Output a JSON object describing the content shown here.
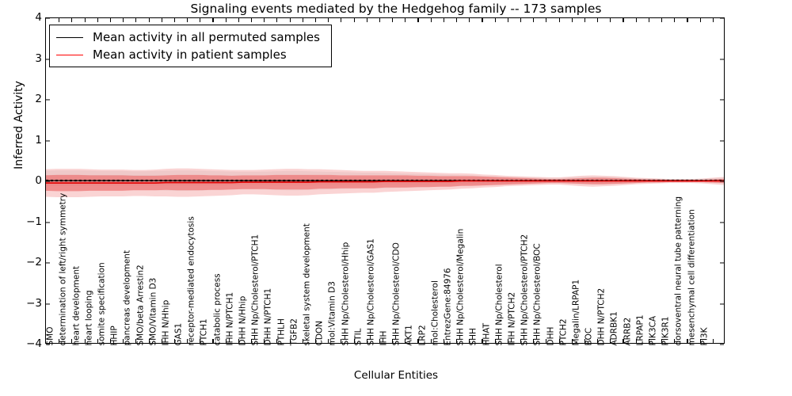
{
  "chart_data": {
    "type": "line",
    "title": "Signaling events mediated by the Hedgehog family -- 173 samples",
    "xlabel": "Cellular Entities",
    "ylabel": "Inferred Activity",
    "ylim": [
      -4,
      4
    ],
    "yticks": [
      "4",
      "3",
      "2",
      "1",
      "0",
      "-1",
      "-2",
      "-3",
      "-4"
    ],
    "grid": false,
    "legend_position": "upper left",
    "samples": 173,
    "series": [
      {
        "name": "Mean activity in all permuted samples",
        "color": "#000000",
        "style": "solid-with-dashes",
        "values": [
          0,
          0,
          0,
          0,
          0,
          0,
          0,
          0,
          0,
          0,
          0,
          0,
          0,
          0,
          0,
          0,
          0,
          0,
          0,
          0,
          0,
          0,
          0,
          0,
          0,
          0,
          0,
          0,
          0,
          0,
          0,
          0,
          0,
          0,
          0,
          0,
          0,
          0,
          0,
          0,
          0,
          0,
          0,
          0,
          0,
          0,
          0,
          0,
          0,
          0,
          0,
          0,
          0,
          0,
          0,
          0,
          0,
          0,
          0,
          0,
          0,
          0,
          0
        ]
      },
      {
        "name": "Mean activity in patient samples",
        "color": "#ff0000",
        "style": "solid",
        "values": [
          -0.06,
          -0.06,
          -0.06,
          -0.06,
          -0.06,
          -0.06,
          -0.06,
          -0.06,
          -0.06,
          -0.06,
          -0.06,
          -0.05,
          -0.05,
          -0.05,
          -0.05,
          -0.05,
          -0.05,
          -0.05,
          -0.04,
          -0.04,
          -0.04,
          -0.04,
          -0.04,
          -0.04,
          -0.04,
          -0.03,
          -0.03,
          -0.03,
          -0.03,
          -0.03,
          -0.03,
          -0.02,
          -0.02,
          -0.02,
          -0.02,
          -0.02,
          -0.02,
          -0.02,
          -0.01,
          -0.01,
          -0.01,
          -0.01,
          -0.01,
          -0.01,
          -0.01,
          -0.01,
          -0.01,
          -0.01,
          -0.01,
          -0.01,
          -0.01,
          -0.01,
          -0.01,
          -0.01,
          -0.01,
          -0.01,
          -0.01,
          -0.01,
          -0.01,
          -0.01,
          -0.01,
          -0.01,
          -0.01
        ]
      }
    ],
    "band": {
      "name": "patient sample variation band",
      "inner_color": "#f08080",
      "outer_color": "#f5b0b0",
      "permuted_color": "#c8c8c8",
      "half_width_inner": [
        0.19,
        0.2,
        0.2,
        0.2,
        0.19,
        0.19,
        0.19,
        0.19,
        0.18,
        0.18,
        0.18,
        0.18,
        0.19,
        0.19,
        0.19,
        0.18,
        0.18,
        0.17,
        0.17,
        0.17,
        0.17,
        0.18,
        0.18,
        0.18,
        0.18,
        0.17,
        0.17,
        0.16,
        0.16,
        0.16,
        0.16,
        0.15,
        0.15,
        0.15,
        0.14,
        0.14,
        0.13,
        0.13,
        0.12,
        0.12,
        0.11,
        0.1,
        0.09,
        0.08,
        0.07,
        0.06,
        0.05,
        0.05,
        0.06,
        0.07,
        0.08,
        0.08,
        0.07,
        0.06,
        0.05,
        0.04,
        0.04,
        0.03,
        0.03,
        0.03,
        0.03,
        0.04,
        0.05
      ],
      "half_width_outer": [
        0.34,
        0.35,
        0.35,
        0.35,
        0.34,
        0.33,
        0.33,
        0.33,
        0.32,
        0.32,
        0.33,
        0.34,
        0.35,
        0.35,
        0.34,
        0.33,
        0.32,
        0.31,
        0.3,
        0.3,
        0.31,
        0.32,
        0.33,
        0.33,
        0.32,
        0.31,
        0.3,
        0.29,
        0.28,
        0.27,
        0.27,
        0.26,
        0.25,
        0.24,
        0.23,
        0.22,
        0.21,
        0.2,
        0.19,
        0.18,
        0.16,
        0.15,
        0.13,
        0.12,
        0.11,
        0.1,
        0.09,
        0.09,
        0.11,
        0.13,
        0.14,
        0.13,
        0.12,
        0.1,
        0.08,
        0.07,
        0.06,
        0.05,
        0.05,
        0.05,
        0.06,
        0.08,
        0.1
      ]
    },
    "categories": [
      "SMO",
      "determination of left/right symmetry",
      "heart development",
      "heart looping",
      "somite specification",
      "HHIP",
      "pancreas development",
      "SMO/beta Arrestin2",
      "SMO/Vitamin D3",
      "IHH N/Hhip",
      "GAS1",
      "receptor-mediated endocytosis",
      "PTCH1",
      "catabolic process",
      "IHH N/PTCH1",
      "DHH N/Hhip",
      "SHH Np/Cholesterol/PTCH1",
      "DHH N/PTCH1",
      "PTHLH",
      "TGFB2",
      "skeletal system development",
      "CDON",
      "mol:Vitamin D3",
      "SHH Np/Cholesterol/Hhip",
      "STIL",
      "SHH Np/Cholesterol/GAS1",
      "IHH",
      "SHH Np/Cholesterol/CDO",
      "AKT1",
      "LRP2",
      "mol:Cholesterol",
      "EntrezGene:84976",
      "SHH Np/Cholesterol/Megalin",
      "SHH",
      "HHAT",
      "SHH Np/Cholesterol",
      "IHH N/PTCH2",
      "SHH Np/Cholesterol/PTCH2",
      "SHH Np/Cholesterol/BOC",
      "DHH",
      "PTCH2",
      "Megalin/LRPAP1",
      "BOC",
      "DHH N/PTCH2",
      "ADRBK1",
      "ARRB2",
      "LRPAP1",
      "PIK3CA",
      "PIK3R1",
      "dorsoventral neural tube patterning",
      "mesenchymal cell differentiation",
      "PI3K"
    ]
  },
  "legend": {
    "entries": [
      {
        "label": "Mean activity in all permuted samples",
        "color": "#000000"
      },
      {
        "label": "Mean activity in patient samples",
        "color": "#ff0000"
      }
    ]
  }
}
